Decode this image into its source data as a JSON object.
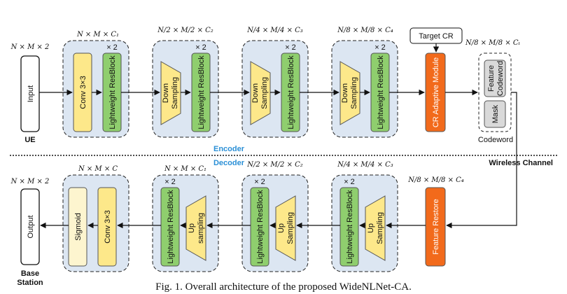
{
  "caption": "Fig. 1.  Overall architecture of the proposed WideNLNet-CA.",
  "encoder_label": "Encoder",
  "decoder_label": "Decoder",
  "wireless_channel": "Wireless Channel",
  "ue_label": "UE",
  "base_station_label": [
    "Base",
    "Station"
  ],
  "input_label": "Input",
  "output_label": "Output",
  "input_dim": "N × M × 2",
  "output_dim": "N × M × 2",
  "codeword_label": "Codeword",
  "target_cr": "Target CR",
  "cr_module": "CR Adaptive Module",
  "feature_restore": "Feature Restore",
  "feature_codeword": [
    "Feature",
    "Codeword"
  ],
  "mask": "Mask",
  "times2": "× 2",
  "conv": "Conv 3×3",
  "sigmoid": "Sigmoid",
  "resblock": "Lightweight ResBlock",
  "down_sampling": [
    "Down",
    "Sampling"
  ],
  "up_sampling_1": [
    "Up",
    "sampling"
  ],
  "up_sampling_2": [
    "Up",
    "Sampling"
  ],
  "enc_dims": [
    "N × M × C₁",
    "N/2 × M/2 × C₂",
    "N/4 × M/4 × C₃",
    "N/8 × M/8 × C₄"
  ],
  "codeword_dim": "N/8 × M/8 × Cₜ",
  "restore_dim": "N/8 × M/8 × C₄",
  "dec_dims": [
    "N × M × C",
    "N × M × C₁",
    "N/2 × M/2 × C₂",
    "N/4 × M/4 × C₃"
  ],
  "colors": {
    "group_fill": "#dce6f2",
    "conv_fill": "#fde88a",
    "res_fill": "#8fce6e",
    "sample_fill": "#fde88a",
    "orange": "#f26a1b",
    "sigmoid_fill": "#fdf5cf",
    "mask_fill": "#d9d9d9",
    "blue_text": "#2a8fd6"
  }
}
